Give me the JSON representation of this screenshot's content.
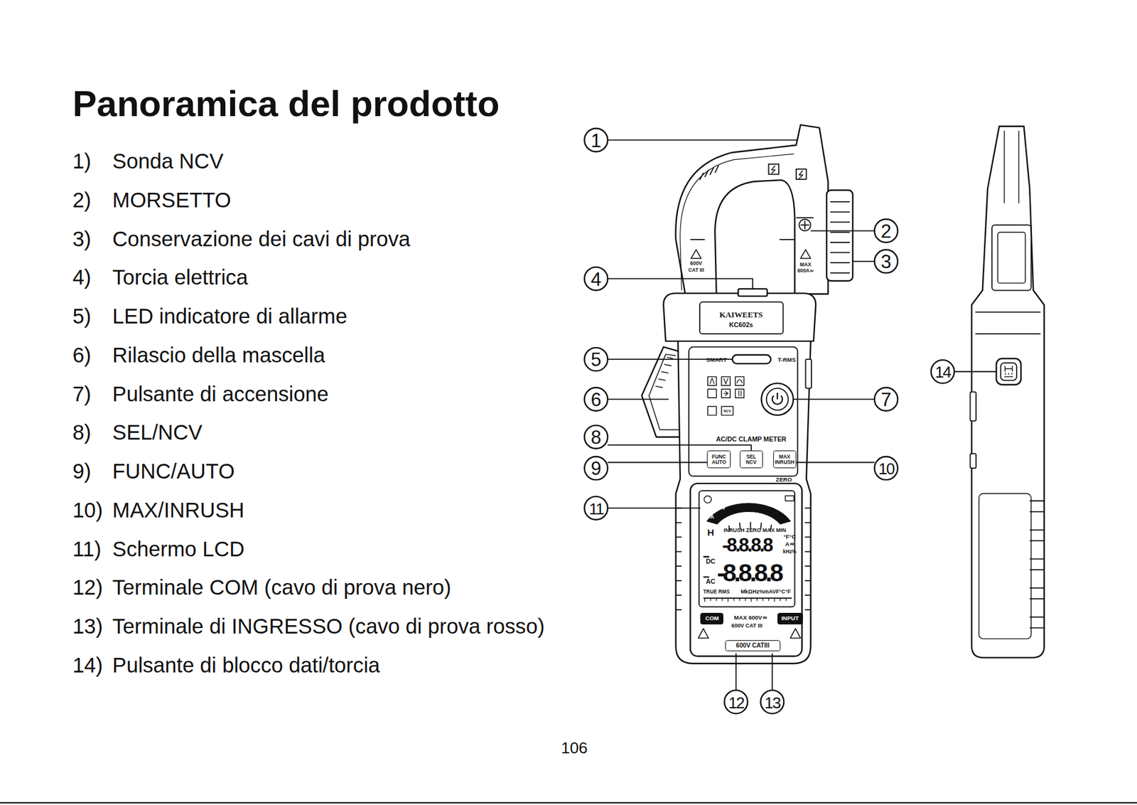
{
  "diagram": {
    "title": "Panoramica del prodotto",
    "nodes": [
      {
        "text": [
          "FUNC",
          "AUTO"
        ]
      },
      {
        "text": [
          "SEL",
          "NCV"
        ]
      },
      {
        "text": [
          "MAX",
          "INRUSH"
        ]
      },
      {
        "text": [
          "COM"
        ]
      },
      {
        "text": [
          "INPUT"
        ]
      },
      {
        "text": [
          "600V CATIII"
        ]
      }
    ],
    "labels": [
      "1)",
      "Sonda NCV",
      "2)",
      "MORSETTO",
      "3)",
      "Conservazione dei cavi di prova",
      "4)",
      "Torcia elettrica",
      "5)",
      "LED indicatore di allarme",
      "6)",
      "Rilascio della mascella",
      "7)",
      "Pulsante di accensione",
      "8)",
      "SEL/NCV",
      "9)",
      "FUNC/AUTO",
      "10)",
      "MAX/INRUSH",
      "11)",
      "Schermo LCD",
      "12)",
      "Terminale COM (cavo di prova nero)",
      "13)",
      "Terminale di INGRESSO (cavo di prova rosso)",
      "14)",
      "Pulsante di blocco dati/torcia",
      "1",
      "2",
      "3",
      "4",
      "5",
      "6",
      "7",
      "8",
      "9",
      "10",
      "11",
      "12",
      "13",
      "14",
      "600V",
      "CAT III",
      "MAX",
      "600A≂",
      "KAIWEETS",
      "KC602s",
      "SMART",
      "T-RMS",
      "NCV",
      "AC/DC CLAMP METER",
      "ZERO",
      "INRUSH ZERO MAX MIN",
      "H",
      "-8.8.8.8",
      "°F°C",
      "A≂",
      "kHz%",
      "DC",
      "AC",
      "-8.8.8.8",
      "TRUE RMS",
      "MkΩHz%mAVF°C°F",
      "MAX 600V≂",
      "600V CAT III",
      "106",
      "A",
      "V",
      "Ω"
    ]
  }
}
